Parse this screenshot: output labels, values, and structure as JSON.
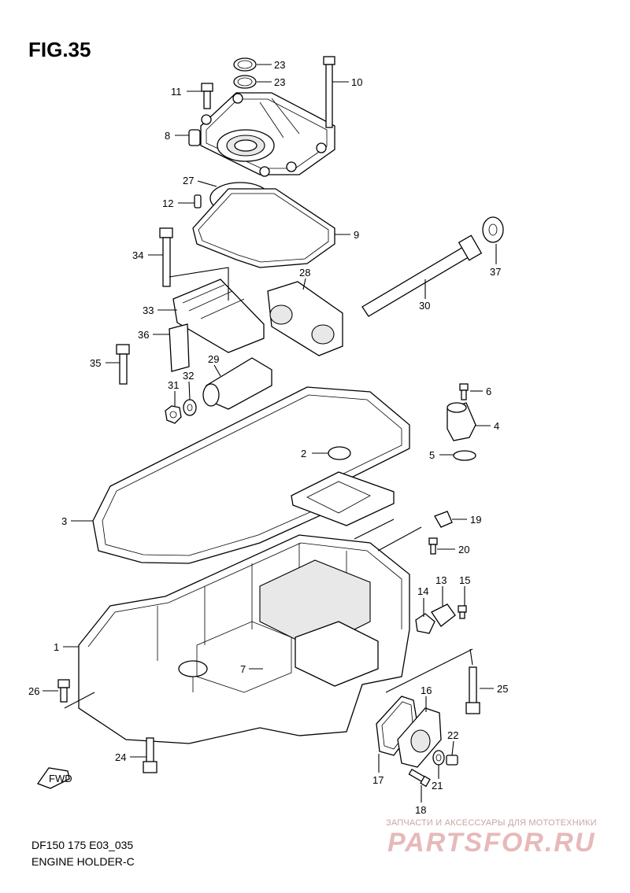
{
  "figure_title": "FIG.35",
  "footer": {
    "model_line": "DF150 175 E03_035",
    "section_line": "ENGINE HOLDER-C"
  },
  "watermark": {
    "tagline": "ЗАПЧАСТИ И АКСЕССУАРЫ ДЛЯ МОТОТЕХНИКИ",
    "logo": "PARTSFOR.RU"
  },
  "fwd_label": "FWD",
  "callouts": [
    "23",
    "23",
    "11",
    "10",
    "8",
    "27",
    "12",
    "9",
    "34",
    "37",
    "28",
    "30",
    "33",
    "36",
    "35",
    "29",
    "31",
    "32",
    "6",
    "4",
    "2",
    "5",
    "3",
    "19",
    "20",
    "14",
    "13",
    "15",
    "1",
    "7",
    "26",
    "25",
    "16",
    "22",
    "24",
    "17",
    "21",
    "18"
  ]
}
